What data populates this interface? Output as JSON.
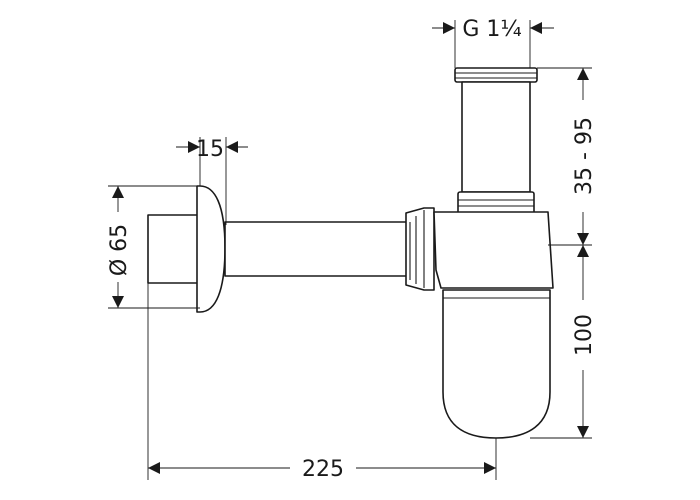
{
  "diagram": {
    "dimensions": {
      "thread": "G 1¼",
      "flange_thickness": "15",
      "flange_diameter": "Ø 65",
      "height_adjust": "35 - 95",
      "body_height": "100",
      "length": "225"
    },
    "line_color": "#1a1a1a"
  }
}
